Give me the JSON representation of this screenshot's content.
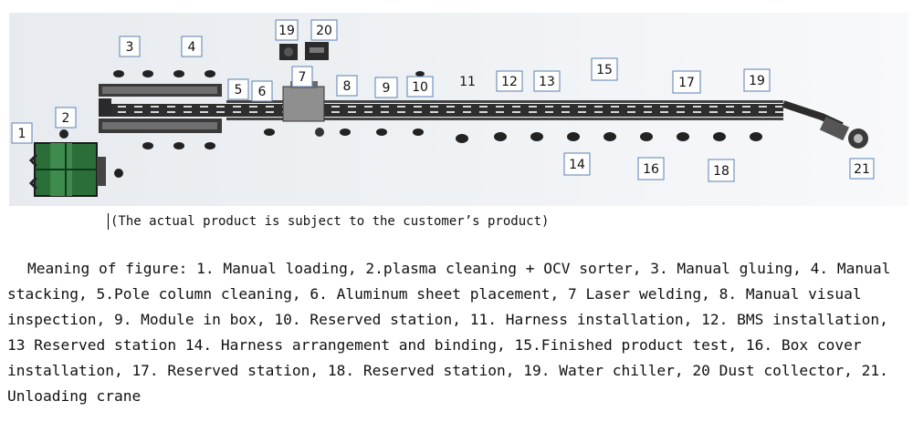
{
  "stations": [
    {
      "id": "1",
      "label": "1"
    },
    {
      "id": "2",
      "label": "2"
    },
    {
      "id": "3",
      "label": "3"
    },
    {
      "id": "4",
      "label": "4"
    },
    {
      "id": "5",
      "label": "5"
    },
    {
      "id": "6",
      "label": "6"
    },
    {
      "id": "7",
      "label": "7"
    },
    {
      "id": "8",
      "label": "8"
    },
    {
      "id": "9",
      "label": "9"
    },
    {
      "id": "10",
      "label": "10"
    },
    {
      "id": "11",
      "label": "11"
    },
    {
      "id": "12",
      "label": "12"
    },
    {
      "id": "13",
      "label": "13"
    },
    {
      "id": "14",
      "label": "14"
    },
    {
      "id": "15",
      "label": "15"
    },
    {
      "id": "16",
      "label": "16"
    },
    {
      "id": "17",
      "label": "17"
    },
    {
      "id": "18",
      "label": "18"
    },
    {
      "id": "19a",
      "label": "19"
    },
    {
      "id": "19b",
      "label": "19"
    },
    {
      "id": "20",
      "label": "20"
    },
    {
      "id": "21",
      "label": "21"
    }
  ],
  "caption": "(The actual product is subject to the customer’s product)",
  "legend": "Meaning of figure: 1. Manual loading, 2.plasma cleaning + OCV sorter, 3. Manual gluing, 4. Manual stacking, 5.Pole column cleaning, 6. Aluminum sheet placement, 7 Laser welding, 8. Manual visual inspection, 9. Module in box, 10. Reserved station, 11. Harness installation, 12. BMS installation, 13 Reserved station 14. Harness arrangement and binding, 15.Finished product test, 16. Box cover installation, 17. Reserved station, 18. Reserved station, 19. Water chiller, 20 Dust collector, 21. Unloading crane"
}
